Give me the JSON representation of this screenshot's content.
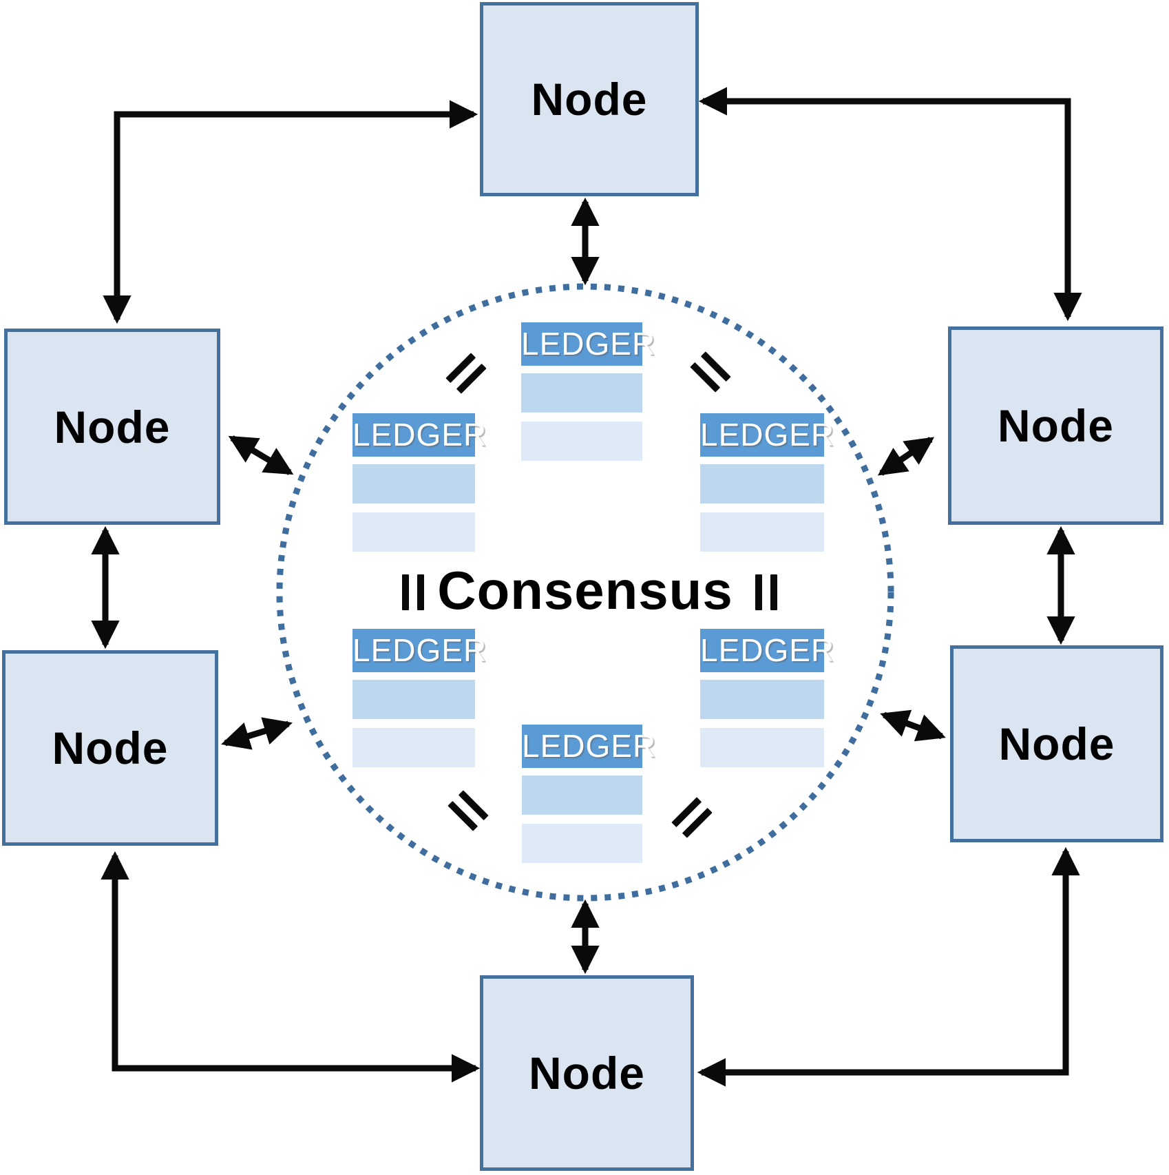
{
  "center": {
    "label": "Consensus"
  },
  "nodes": [
    {
      "position": "top",
      "label": "Node"
    },
    {
      "position": "upper-left",
      "label": "Node"
    },
    {
      "position": "upper-right",
      "label": "Node"
    },
    {
      "position": "lower-left",
      "label": "Node"
    },
    {
      "position": "lower-right",
      "label": "Node"
    },
    {
      "position": "bottom",
      "label": "Node"
    }
  ],
  "ledgers": [
    {
      "position": "top-center",
      "label": "LEDGER",
      "rows": 2
    },
    {
      "position": "upper-left",
      "label": "LEDGER",
      "rows": 2
    },
    {
      "position": "upper-right",
      "label": "LEDGER",
      "rows": 2
    },
    {
      "position": "lower-left",
      "label": "LEDGER",
      "rows": 2
    },
    {
      "position": "lower-right",
      "label": "LEDGER",
      "rows": 2
    },
    {
      "position": "bottom-center",
      "label": "LEDGER",
      "rows": 2
    }
  ],
  "equals_marks": [
    {
      "position": "upper-left",
      "orientation": "diagonal-up"
    },
    {
      "position": "upper-right",
      "orientation": "diagonal-down"
    },
    {
      "position": "left",
      "orientation": "vertical"
    },
    {
      "position": "right",
      "orientation": "vertical"
    },
    {
      "position": "lower-left",
      "orientation": "diagonal-down"
    },
    {
      "position": "lower-right",
      "orientation": "diagonal-up"
    }
  ],
  "colors": {
    "node-fill": "#dbe5f1",
    "node-border": "#44709d",
    "ledger-header": "#5b9bd5",
    "ledger-row-1": "#bdd7ee",
    "ledger-row-2": "#deebf7",
    "circle": "#3e6d9e",
    "arrow": "#0a0a0a",
    "ledger-text": "#ffffff",
    "label-text": "#000000"
  }
}
